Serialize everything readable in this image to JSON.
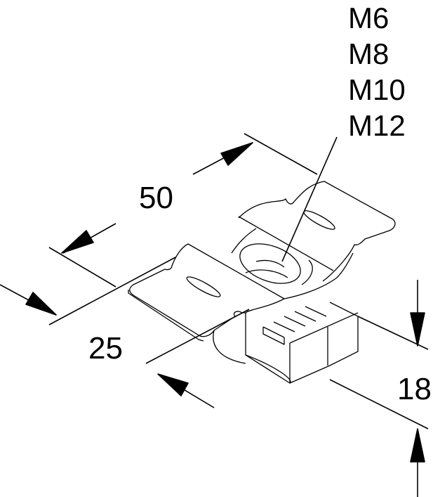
{
  "thread_sizes": [
    "M6",
    "M8",
    "M10",
    "M12"
  ],
  "dimensions": {
    "length": "50",
    "width": "25",
    "height": "18"
  },
  "colors": {
    "line": "#000000",
    "background": "#ffffff"
  }
}
